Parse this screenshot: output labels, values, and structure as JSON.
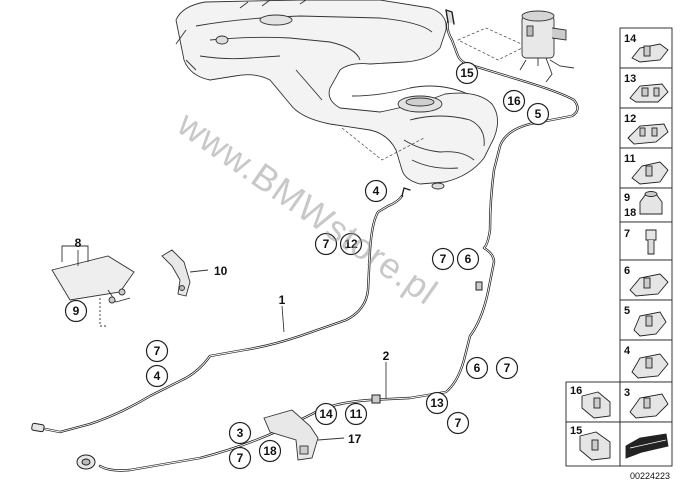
{
  "watermark": "www.BMWstore.pl",
  "diagram_code": "00224223",
  "callouts": {
    "c15": "15",
    "c16": "16",
    "c5": "5",
    "c4": "4",
    "c7a": "7",
    "c12": "12",
    "c7b": "7",
    "c6a": "6",
    "c9": "9",
    "c7c": "7",
    "c4b": "4",
    "c6b": "6",
    "c7d": "7",
    "c14": "14",
    "c11": "11",
    "c13": "13",
    "c7e": "7",
    "c3": "3",
    "c18": "18",
    "c7f": "7"
  },
  "labels": {
    "l8": "8",
    "l10": "10",
    "l1": "1",
    "l2": "2",
    "l17": "17"
  },
  "side_parts": {
    "p14": "14",
    "p13": "13",
    "p12": "12",
    "p11": "11",
    "p9": "9",
    "p18": "18",
    "p7": "7",
    "p6": "6",
    "p5": "5",
    "p4": "4",
    "p16": "16",
    "p3": "3",
    "p15": "15"
  }
}
